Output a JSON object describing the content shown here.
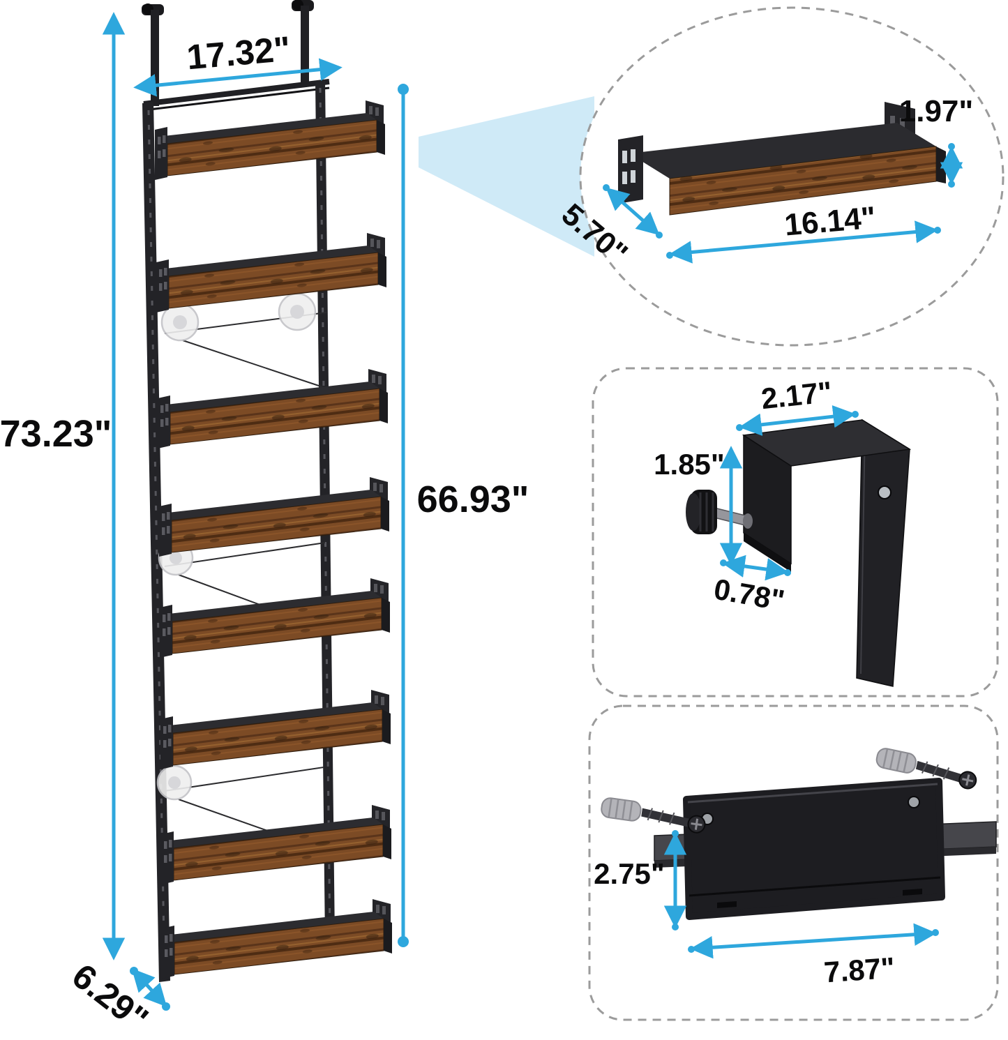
{
  "diagram": {
    "type": "product-dimensions",
    "product": "Over-the-door 8-tier hanging organizer with rustic wood shelves"
  },
  "colors": {
    "dimension_accent": "#2ea7dd",
    "beam_highlight": "#cfeaf7",
    "label_text": "#0b0b0c",
    "callout_outline": "#9b9b9b",
    "frame_metal": "#232327",
    "shelf_wood": "#7c4b25"
  },
  "main_unit": {
    "shelf_count": 8,
    "width_label": "17.32\"",
    "height_label": "73.23\"",
    "inner_height_label": "66.93\"",
    "depth_label": "6.29\""
  },
  "shelf_callout": {
    "height_label": "1.97\"",
    "depth_label": "5.70\"",
    "width_label": "16.14\""
  },
  "hook_callout": {
    "width_label": "2.17\"",
    "height_label": "1.85\"",
    "hook_depth_label": "0.78\""
  },
  "bracket_callout": {
    "height_label": "2.75\"",
    "width_label": "7.87\""
  }
}
